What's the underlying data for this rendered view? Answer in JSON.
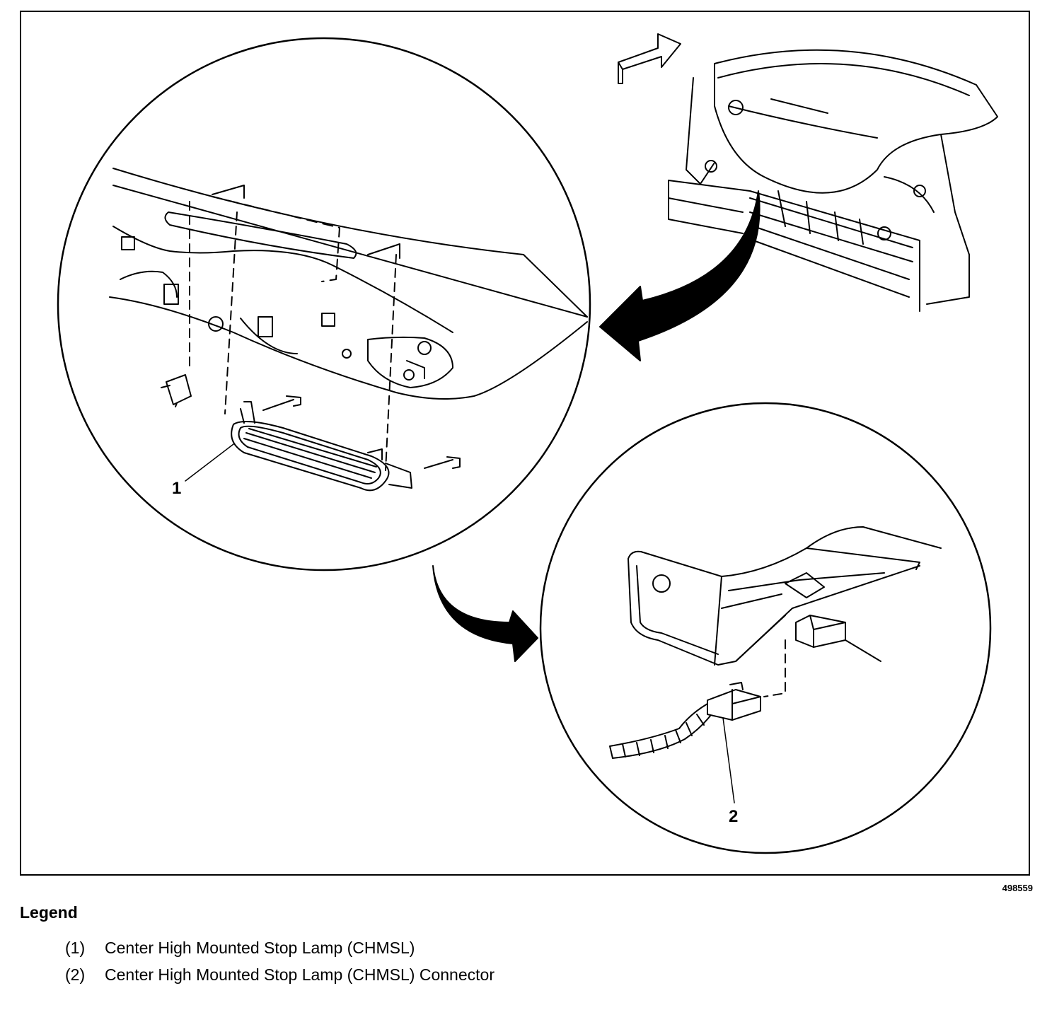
{
  "figure_id": "498559",
  "callouts": {
    "c1": "1",
    "c2": "2"
  },
  "legend": {
    "title": "Legend",
    "items": [
      {
        "num": "(1)",
        "text": "Center High Mounted Stop Lamp (CHMSL)"
      },
      {
        "num": "(2)",
        "text": "Center High Mounted Stop Lamp (CHMSL) Connector"
      }
    ]
  }
}
